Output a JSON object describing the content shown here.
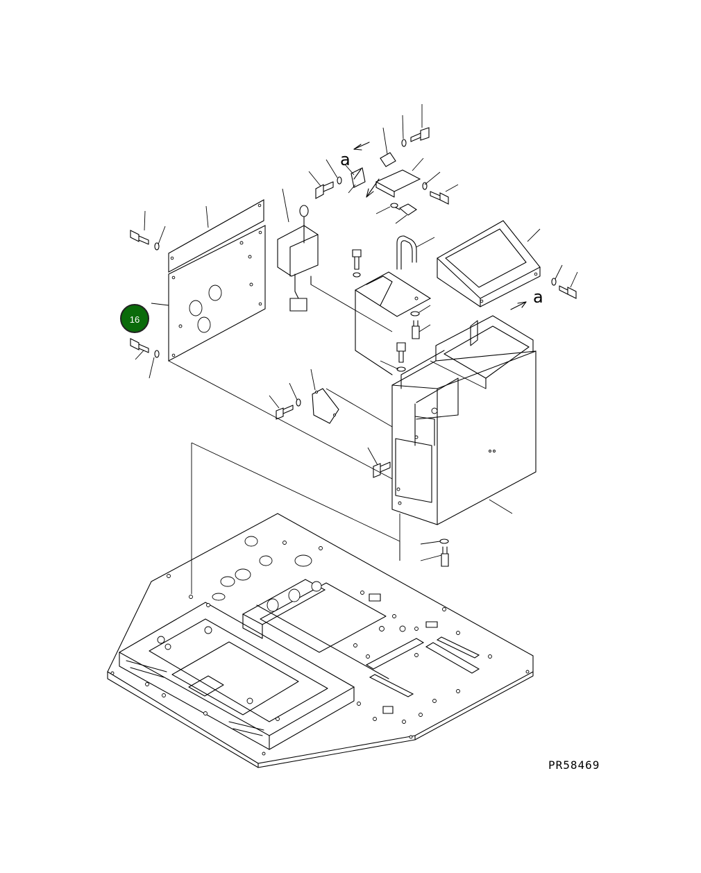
{
  "drawing_code": "PR58469",
  "callout_marker": {
    "label": "16",
    "color": "#0a6b0a"
  },
  "section_marks": [
    "a",
    "a"
  ]
}
